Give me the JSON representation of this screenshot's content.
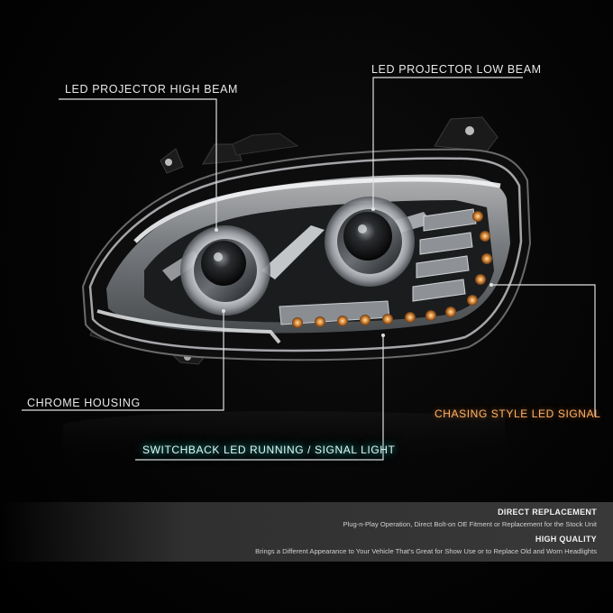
{
  "callouts": {
    "high_beam": "LED PROJECTOR HIGH BEAM",
    "low_beam": "LED PROJECTOR LOW BEAM",
    "chrome_housing": "CHROME HOUSING",
    "chasing_signal": "CHASING STYLE LED SIGNAL",
    "switchback": "SWITCHBACK LED RUNNING / SIGNAL LIGHT"
  },
  "features": [
    {
      "title": "DIRECT REPLACEMENT",
      "text": "Plug-n-Play Operation, Direct Bolt-on OE Fitment or Replacement for the Stock Unit"
    },
    {
      "title": "HIGH QUALITY",
      "text": "Brings a Different Appearance to Your Vehicle That's Great for Show Use or to Replace Old and Worn Headlights"
    }
  ],
  "colors": {
    "background": "#000000",
    "amber_signal": "#ffb36b",
    "teal_glow": "#28c8be",
    "chrome": "#c9ccd0"
  }
}
